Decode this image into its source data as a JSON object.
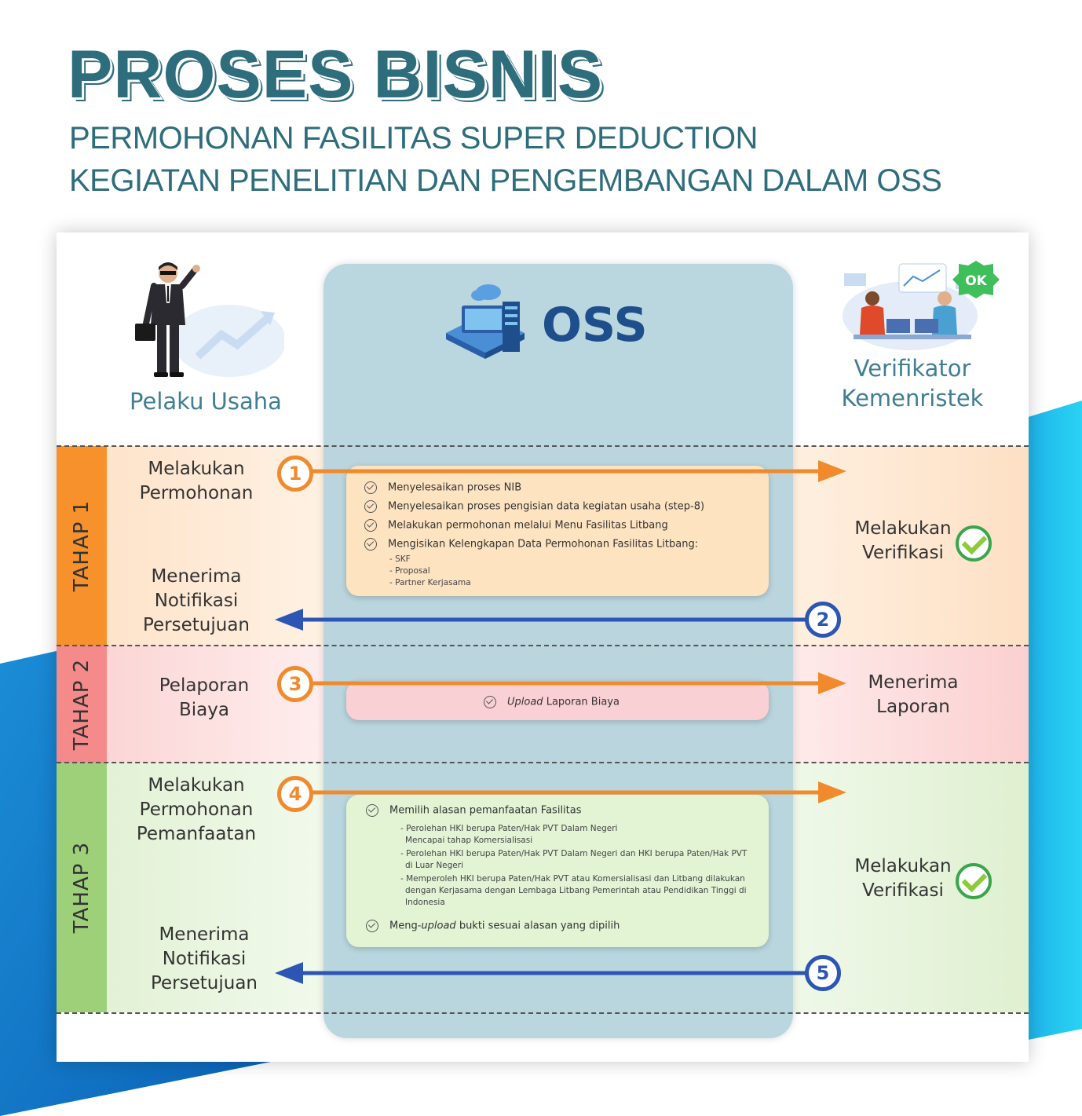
{
  "header": {
    "title": "PROSES BISNIS",
    "subtitle_line1": "PERMOHONAN FASILITAS SUPER DEDUCTION",
    "subtitle_line2": "KEGIATAN PENELITIAN DAN PENGEMBANGAN DALAM OSS"
  },
  "actors": {
    "left": "Pelaku Usaha",
    "center": "OSS",
    "right_line1": "Verifikator",
    "right_line2": "Kemenristek",
    "ok_badge": "OK"
  },
  "stages": [
    {
      "label": "TAHAP 1",
      "color": "#f6912c",
      "left_top": [
        "Melakukan",
        "Permohonan"
      ],
      "left_bottom": [
        "Menerima",
        "Notifikasi",
        "Persetujuan"
      ],
      "right": [
        "Melakukan",
        "Verifikasi"
      ],
      "items": [
        "Menyelesaikan proses NIB",
        "Menyelesaikan proses pengisian data kegiatan usaha (step-8)",
        "Melakukan permohonan melalui Menu Fasilitas Litbang",
        "Mengisikan Kelengkapan Data Permohonan Fasilitas Litbang:"
      ],
      "subitems": [
        "- SKF",
        "- Proposal",
        "- Partner Kerjasama"
      ]
    },
    {
      "label": "TAHAP 2",
      "color": "#f58a8a",
      "left_top": [
        "Pelaporan",
        "Biaya"
      ],
      "right": [
        "Menerima",
        "Laporan"
      ],
      "item_italic": "Upload",
      "item_rest": " Laporan Biaya"
    },
    {
      "label": "TAHAP 3",
      "color": "#9ed07a",
      "left_top": [
        "Melakukan",
        "Permohonan",
        "Pemanfaatan"
      ],
      "left_bottom": [
        "Menerima",
        "Notifikasi",
        "Persetujuan"
      ],
      "right": [
        "Melakukan",
        "Verifikasi"
      ],
      "item1": "Memilih alasan pemanfaatan Fasilitas",
      "subitems": [
        "- Perolehan HKI berupa Paten/Hak PVT Dalam Negeri",
        "Mencapai tahap Komersialisasi",
        "- Perolehan HKI berupa Paten/Hak PVT Dalam Negeri dan HKI berupa Paten/Hak PVT",
        "di Luar Negeri",
        "- Memperoleh HKI berupa Paten/Hak PVT atau Komersialisasi dan Litbang dilakukan",
        "dengan Kerjasama dengan Lembaga Litbang Pemerintah atau Pendidikan Tinggi di",
        "Indonesia"
      ],
      "item2_pre": "Meng-",
      "item2_italic": "upload",
      "item2_rest": " bukti sesuai alasan yang dipilih"
    }
  ],
  "steps": [
    "1",
    "2",
    "3",
    "4",
    "5"
  ],
  "colors": {
    "title": "#2e6d7c",
    "actor_text": "#3f7e93",
    "orange_arrow": "#f08a2c",
    "blue_arrow": "#2c55b4",
    "oss_column": "#b4d2dc",
    "oss_text": "#1e4e8c"
  }
}
